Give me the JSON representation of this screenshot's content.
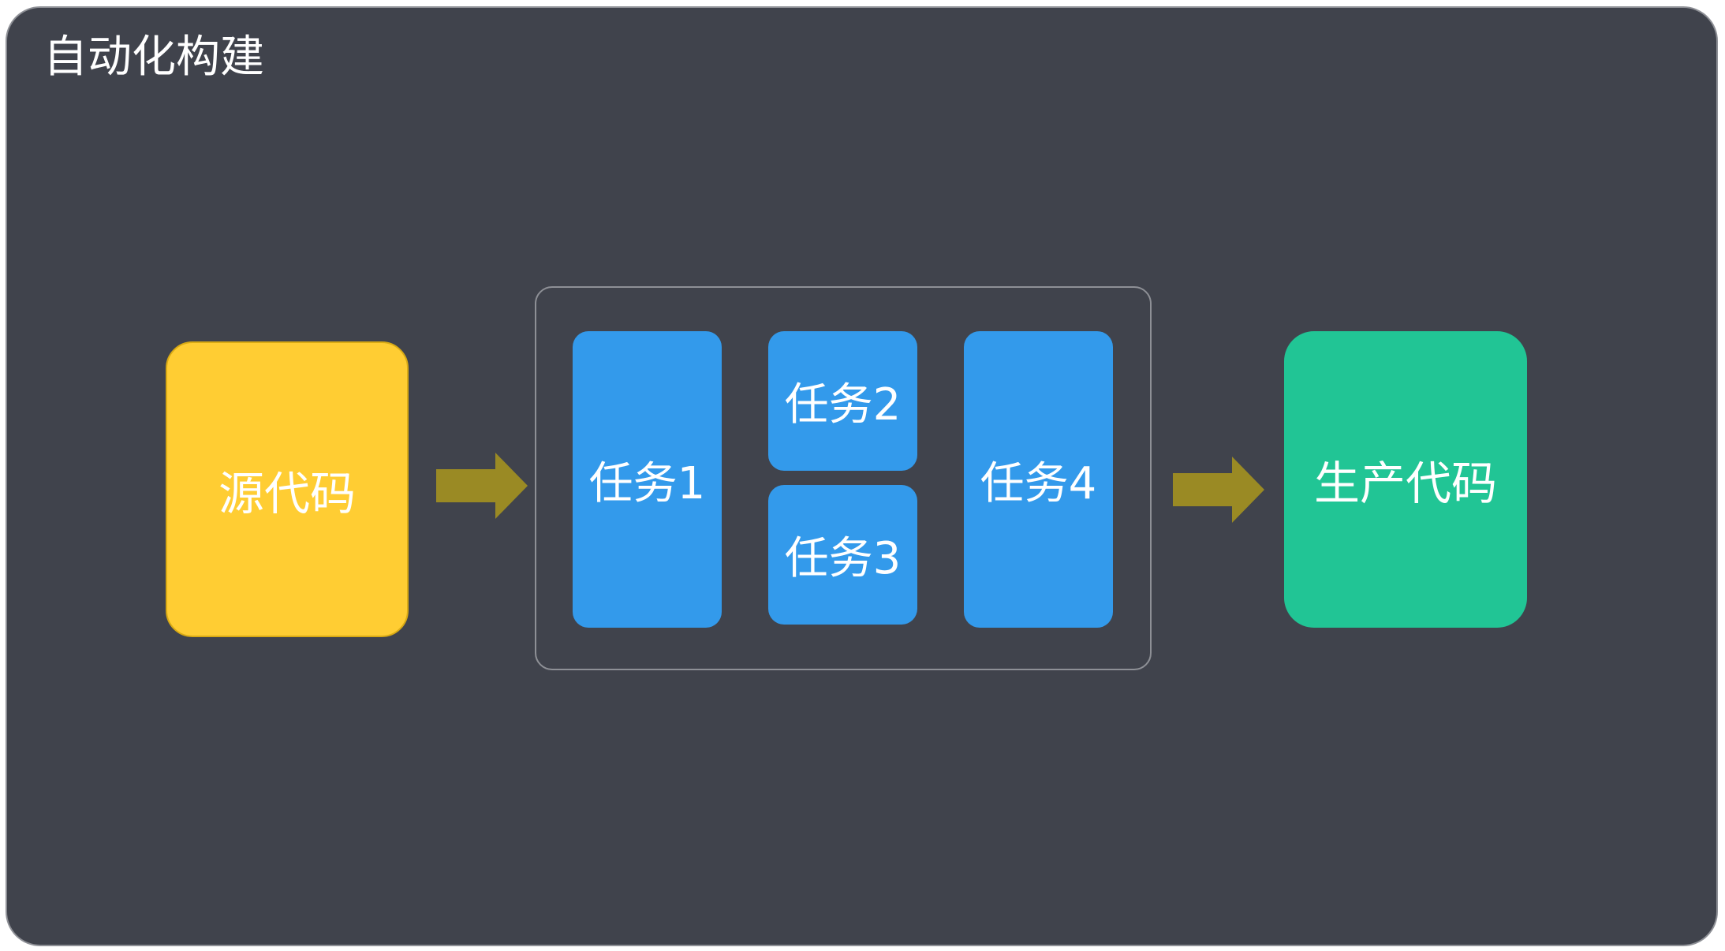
{
  "title": "自动化构建",
  "nodes": {
    "source": "源代码",
    "task1": "任务1",
    "task2": "任务2",
    "task3": "任务3",
    "task4": "任务4",
    "product": "生产代码"
  },
  "colors": {
    "background": "#40434c",
    "border": "#8e9096",
    "source": "#ffcd33",
    "task": "#339aeb",
    "product": "#21c595",
    "arrow": "#9a8a24",
    "text": "#ffffff"
  }
}
